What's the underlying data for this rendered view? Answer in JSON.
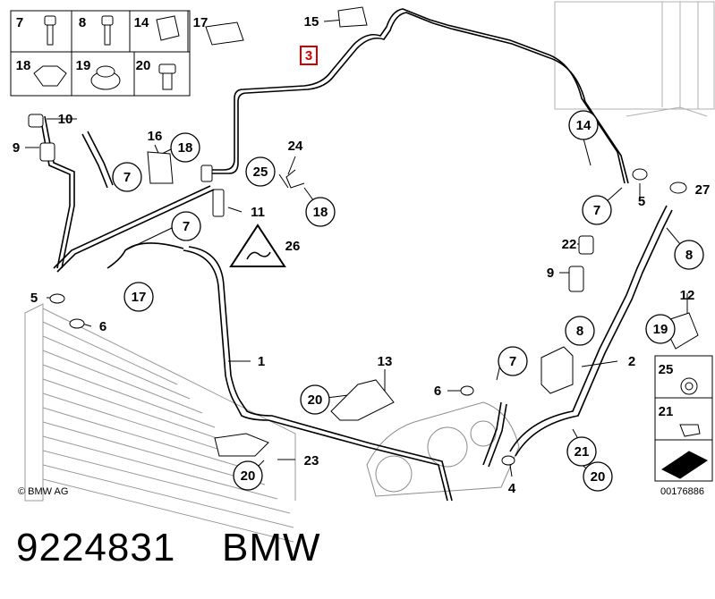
{
  "diagram": {
    "copyright": "© BMW AG",
    "drawing_number": "00176886",
    "highlighted_part": "3",
    "parts_legend": [
      "7",
      "8",
      "14",
      "17",
      "18",
      "19",
      "20"
    ],
    "side_legend": [
      "25",
      "21"
    ],
    "callouts": [
      "15",
      "3",
      "10",
      "9",
      "16",
      "18",
      "7",
      "24",
      "25",
      "18",
      "11",
      "7",
      "26",
      "5",
      "17",
      "6",
      "1",
      "13",
      "20",
      "6",
      "7",
      "20",
      "23",
      "4",
      "14",
      "7",
      "5",
      "27",
      "22",
      "9",
      "8",
      "8",
      "12",
      "19",
      "2",
      "21",
      "20"
    ]
  },
  "footer": {
    "part_number": "9224831",
    "brand": "BMW"
  }
}
